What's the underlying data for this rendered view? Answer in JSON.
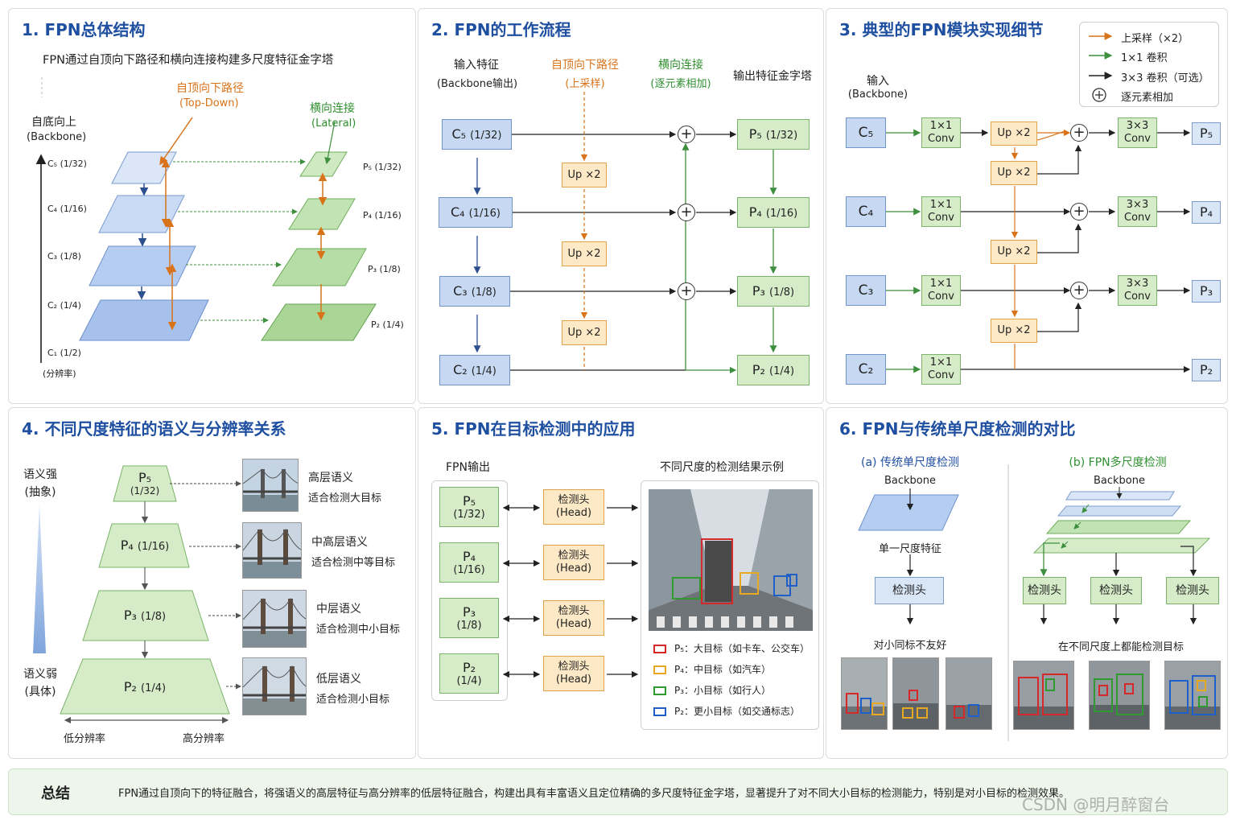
{
  "p1": {
    "title": "1. FPN总体结构",
    "subtitle": "FPN通过自顶向下路径和横向连接构建多尺度特征金字塔",
    "bottom_up": "自底向上",
    "backbone": "(Backbone)",
    "top_down": "自顶向下路径",
    "top_down_en": "(Top-Down)",
    "lateral": "横向连接",
    "lateral_en": "(Lateral)",
    "c_labels": [
      "C₅ (1/32)",
      "C₄ (1/16)",
      "C₃ (1/8)",
      "C₂ (1/4)",
      "C₁ (1/2)"
    ],
    "resolution": "(分辨率)",
    "p_labels": [
      "P₅ (1/32)",
      "P₄ (1/16)",
      "P₃ (1/8)",
      "P₂ (1/4)"
    ]
  },
  "p2": {
    "title": "2. FPN的工作流程",
    "col_input": "输入特征",
    "col_input_sub": "(Backbone输出)",
    "col_td": "自顶向下路径",
    "col_td_sub": "(上采样)",
    "col_lat": "横向连接",
    "col_lat_sub": "(逐元素相加)",
    "col_out": "输出特征金字塔",
    "c_boxes": [
      "C₅",
      "C₄",
      "C₃",
      "C₂"
    ],
    "c_sub": [
      "(1/32)",
      "(1/16)",
      "(1/8)",
      "(1/4)"
    ],
    "up": "Up ×2",
    "p_boxes": [
      "P₅",
      "P₄",
      "P₃",
      "P₂"
    ],
    "plus": "+"
  },
  "p3": {
    "title": "3. 典型的FPN模块实现细节",
    "input": "输入",
    "backbone": "(Backbone)",
    "legend": [
      "上采样（×2）",
      "1×1 卷积",
      "3×3 卷积（可选）",
      "逐元素相加"
    ],
    "c_boxes": [
      "C₅",
      "C₄",
      "C₃",
      "C₂"
    ],
    "conv1": [
      "1×1",
      "Conv"
    ],
    "conv3": [
      "3×3",
      "Conv"
    ],
    "up": "Up ×2",
    "p_boxes": [
      "P₅",
      "P₄",
      "P₃",
      "P₂"
    ],
    "plus": "+"
  },
  "p4": {
    "title": "4. 不同尺度特征的语义与分辨率关系",
    "strong": "语义强",
    "abstract": "(抽象)",
    "weak": "语义弱",
    "concrete": "(具体)",
    "levels": [
      {
        "name": "P₅",
        "scale": "(1/32)",
        "sem": "高层语义",
        "desc": "适合检测大目标"
      },
      {
        "name": "P₄",
        "scale": "(1/16)",
        "sem": "中高层语义",
        "desc": "适合检测中等目标"
      },
      {
        "name": "P₃",
        "scale": "(1/8)",
        "sem": "中层语义",
        "desc": "适合检测中小目标"
      },
      {
        "name": "P₂",
        "scale": "(1/4)",
        "sem": "低层语义",
        "desc": "适合检测小目标"
      }
    ],
    "low_res": "低分辨率",
    "high_res": "高分辨率"
  },
  "p5": {
    "title": "5. FPN在目标检测中的应用",
    "fpn_out": "FPN输出",
    "examples": "不同尺度的检测结果示例",
    "p_boxes": [
      "P₅",
      "P₄",
      "P₃",
      "P₂"
    ],
    "p_sub": [
      "(1/32)",
      "(1/16)",
      "(1/8)",
      "(1/4)"
    ],
    "head": [
      "检测头",
      "(Head)"
    ],
    "legend": [
      "P₅：大目标（如卡车、公交车）",
      "P₄：中目标（如汽车）",
      "P₃：小目标（如行人）",
      "P₂：更小目标（如交通标志）"
    ],
    "legend_colors": [
      "#d62828",
      "#e8a820",
      "#2f9a2f",
      "#1f5fc8"
    ]
  },
  "p6": {
    "title": "6. FPN与传统单尺度检测的对比",
    "a_title": "(a) 传统单尺度检测",
    "b_title": "(b) FPN多尺度检测",
    "backbone": "Backbone",
    "single_feat": "单一尺度特征",
    "head": "检测头",
    "bad_small": "对小同标不友好",
    "all_scales": "在不同尺度上都能检测目标"
  },
  "summary": {
    "label": "总结",
    "text": "FPN通过自顶向下的特征融合，将强语义的高层特征与高分辨率的低层特征融合，构建出具有丰富语义且定位精确的多尺度特征金字塔，显著提升了对不同大小目标的检测能力，特别是对小目标的检测效果。",
    "watermark": "CSDN @明月醉窗台"
  }
}
